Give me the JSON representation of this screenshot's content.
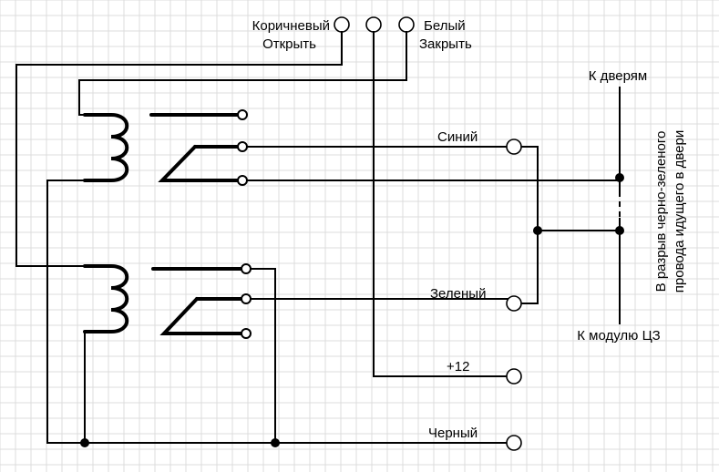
{
  "labels": {
    "brown_line1": "Коричневый",
    "brown_line2": "Открыть",
    "white_line1": "Белый",
    "white_line2": "Закрыть",
    "to_doors": "К дверям",
    "to_module": "К модулю ЦЗ",
    "blue": "Синий",
    "green": "Зеленый",
    "plus12": "+12",
    "black": "Черный",
    "side_note_line1": "В разрыв черно-зеленого",
    "side_note_line2": "провода идущего в двери"
  },
  "colors": {
    "wire": "#000000",
    "grid": "#dcdcdc",
    "background": "#ffffff"
  }
}
